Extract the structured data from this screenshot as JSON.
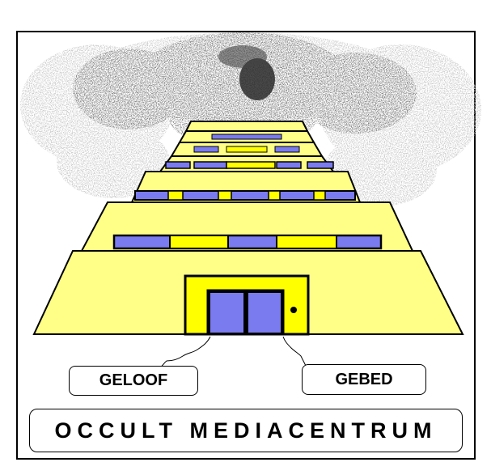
{
  "buttons": {
    "left_label": "GELOOF",
    "right_label": "GEBED"
  },
  "title": "OCCULT MEDIACENTRUM",
  "colors": {
    "building": "#ffff88",
    "window_blue": "#7b7bf0",
    "window_yellow": "#ffff00",
    "door_frame": "#ffff00",
    "outline": "#000000",
    "cloud_dark": "#555555",
    "cloud_light": "#bbbbbb",
    "background": "#ffffff"
  },
  "icons": {
    "building": "ziggurat-tower-icon",
    "clouds": "storm-cloud-icon",
    "door": "double-door-icon"
  }
}
